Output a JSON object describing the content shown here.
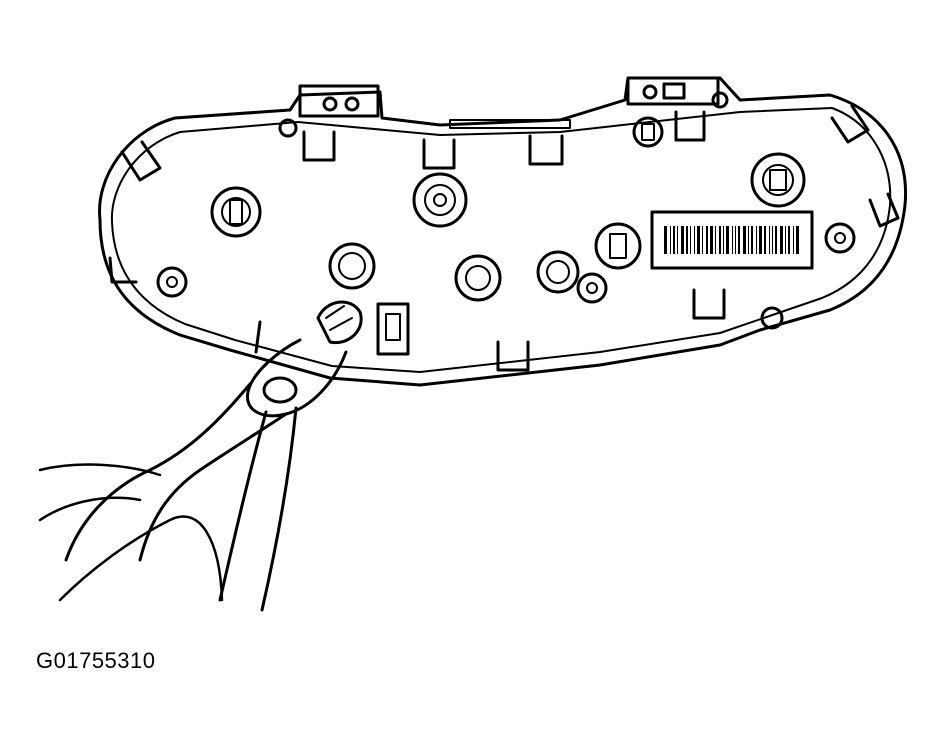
{
  "figure": {
    "id_label": "G01755310",
    "stroke_color": "#000000",
    "background_color": "#ffffff",
    "subject": "instrument-cluster-rear-housing",
    "tool": "pliers"
  }
}
